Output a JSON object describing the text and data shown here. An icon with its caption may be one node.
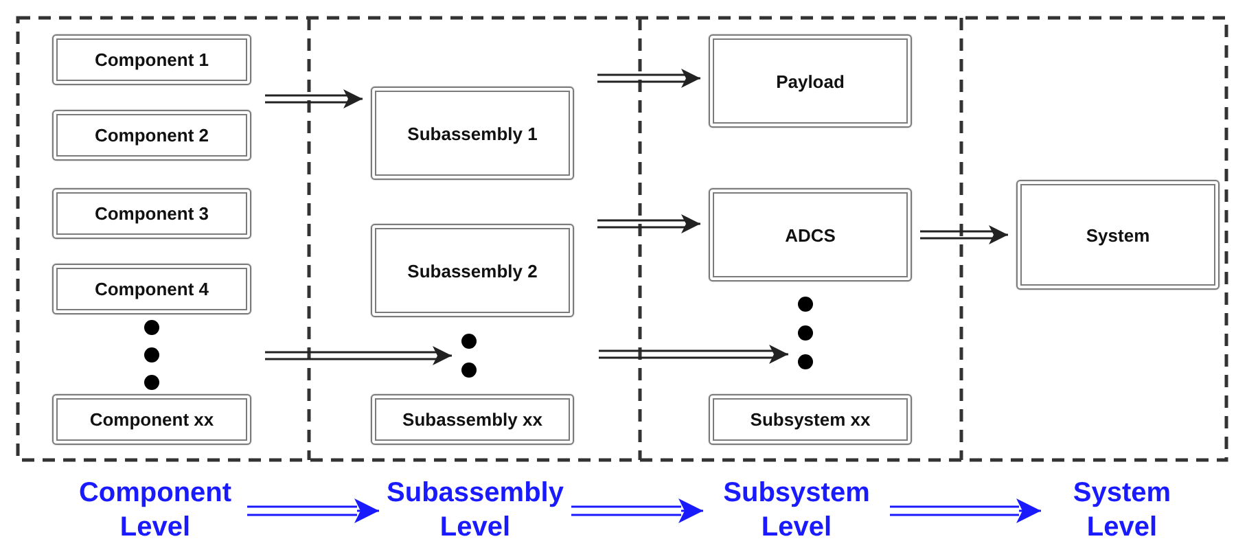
{
  "diagram": {
    "nodes": [
      {
        "text": [
          "Component 1"
        ]
      },
      {
        "text": [
          "Component 2"
        ]
      },
      {
        "text": [
          "Component 3"
        ]
      },
      {
        "text": [
          "Component 4"
        ]
      },
      {
        "text": [],
        "shape": "ellipsis"
      },
      {
        "text": [
          "Component xx"
        ]
      },
      {
        "text": [
          "Subassembly 1"
        ]
      },
      {
        "text": [
          "Subassembly 2"
        ]
      },
      {
        "text": [],
        "shape": "ellipsis"
      },
      {
        "text": [
          "Subassembly xx"
        ]
      },
      {
        "text": [
          "Payload"
        ]
      },
      {
        "text": [
          "ADCS"
        ]
      },
      {
        "text": [],
        "shape": "ellipsis"
      },
      {
        "text": [
          "Subsystem xx"
        ]
      },
      {
        "text": [
          "System"
        ]
      },
      {
        "text": [
          "Component Level"
        ]
      },
      {
        "text": [
          "Subassembly Level"
        ]
      },
      {
        "text": [
          "Subsystem Level"
        ]
      },
      {
        "text": [
          "System Level"
        ]
      }
    ],
    "edges": [
      {
        "from": null,
        "to": 6,
        "arrow": "to"
      },
      {
        "from": null,
        "to": 8,
        "arrow": "to"
      },
      {
        "from": null,
        "to": 10,
        "arrow": "to"
      },
      {
        "from": null,
        "to": 11,
        "arrow": "to"
      },
      {
        "from": null,
        "to": 12,
        "arrow": "to"
      },
      {
        "from": 11,
        "to": 14,
        "arrow": "to"
      },
      {
        "from": 15,
        "to": 16,
        "arrow": "to",
        "color": "#1a1aff"
      },
      {
        "from": 16,
        "to": 17,
        "arrow": "to",
        "color": "#1a1aff"
      },
      {
        "from": 17,
        "to": 18,
        "arrow": "to",
        "color": "#1a1aff"
      }
    ]
  }
}
